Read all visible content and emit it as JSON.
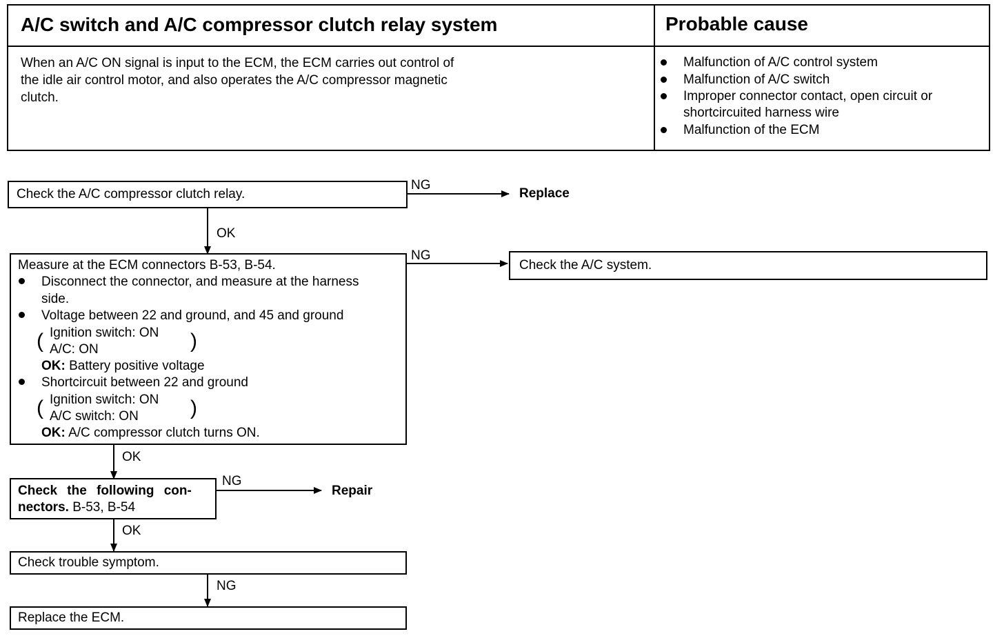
{
  "table": {
    "header_left": "A/C switch and A/C compressor clutch relay system",
    "header_right": "Probable cause",
    "description": [
      "When an A/C ON signal is input to the ECM, the ECM carries out control of",
      "the idle air control motor, and also operates the A/C compressor magnetic",
      "clutch."
    ],
    "causes": [
      [
        "Malfunction of A/C control system"
      ],
      [
        "Malfunction of A/C switch"
      ],
      [
        "Improper connector contact, open circuit or",
        "shortcircuited harness wire"
      ],
      [
        "Malfunction of the ECM"
      ]
    ]
  },
  "flow": {
    "step1": "Check the A/C compressor clutch relay.",
    "step1_ng_label": "NG",
    "step1_ng_action": "Replace",
    "step1_ok_label": "OK",
    "step2": {
      "title": "Measure at the ECM connectors B-53, B-54.",
      "item1_line1": "Disconnect the connector, and measure at the harness",
      "item1_line2": "side.",
      "item2": "Voltage between 22 and ground, and 45 and ground",
      "item2_cond1": "Ignition switch: ON",
      "item2_cond2": "A/C: ON",
      "item2_ok_key": "OK:",
      "item2_ok_val": "Battery positive voltage",
      "item3": "Shortcircuit between 22 and ground",
      "item3_cond1": "Ignition switch: ON",
      "item3_cond2": "A/C switch: ON",
      "item3_ok_key": "OK:",
      "item3_ok_val": "A/C compressor clutch turns ON."
    },
    "step2_ng_label": "NG",
    "step2_ng_action": "Check the A/C system.",
    "step2_ok_label": "OK",
    "step3_line1": "Check the following con-",
    "step3_line2_bold": "nectors.",
    "step3_line2_rest": " B-53, B-54",
    "step3_ng_label": "NG",
    "step3_ng_action": "Repair",
    "step3_ok_label": "OK",
    "step4": "Check trouble symptom.",
    "step4_ng_label": "NG",
    "step5": "Replace the ECM."
  }
}
